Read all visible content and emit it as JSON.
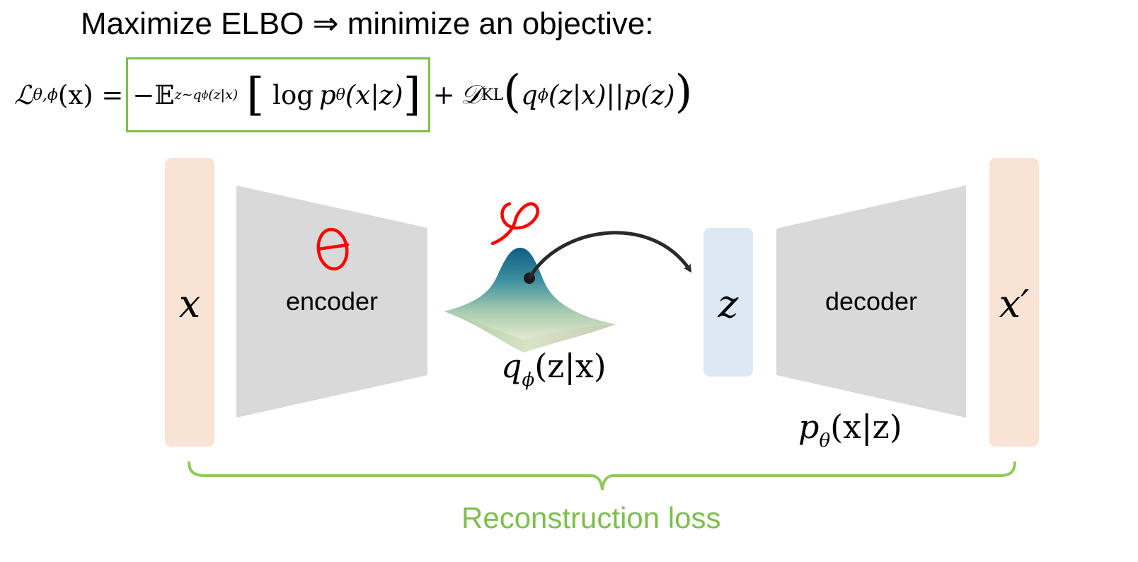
{
  "title": "Maximize ELBO ⇒ minimize an objective:",
  "formula": {
    "lhs_symbol": "ℒ",
    "lhs_sub": "θ,ϕ",
    "lhs_arg": "(x) =",
    "boxed_minus": "−",
    "expectation": "𝔼",
    "expectation_sub": "z∼q",
    "expectation_sub_phi": "ϕ",
    "expectation_sub_arg": "(z|x)",
    "bracket_open": "[",
    "log_term": "log",
    "p_symbol": "p",
    "p_sub": "θ",
    "p_arg": "(x|z)",
    "bracket_close": "]",
    "plus": "+",
    "kl_symbol": "𝒟",
    "kl_sub": "KL",
    "paren_open": "(",
    "kl_q": "q",
    "kl_q_sub": "ϕ",
    "kl_q_arg": "(z|x)||p(z)",
    "paren_close": ")"
  },
  "diagram": {
    "input_var": "x",
    "encoder_label": "encoder",
    "encoder_param": "θ",
    "posterior_param": "φ",
    "posterior_label_q": "q",
    "posterior_label_sub": "ϕ",
    "posterior_label_arg": "(z|x)",
    "latent_var": "z",
    "decoder_label": "decoder",
    "likelihood_label_p": "p",
    "likelihood_label_sub": "θ",
    "likelihood_label_arg": "(x|z)",
    "output_var": "x′",
    "brace_label": "Reconstruction loss"
  },
  "colors": {
    "box_highlight": "#7dbf4c",
    "data_bar": "#f9e3d5",
    "latent_bar": "#dce8f4",
    "network": "#d9d9d9",
    "handwriting": "#ff0000",
    "brace": "#8fc95a"
  }
}
